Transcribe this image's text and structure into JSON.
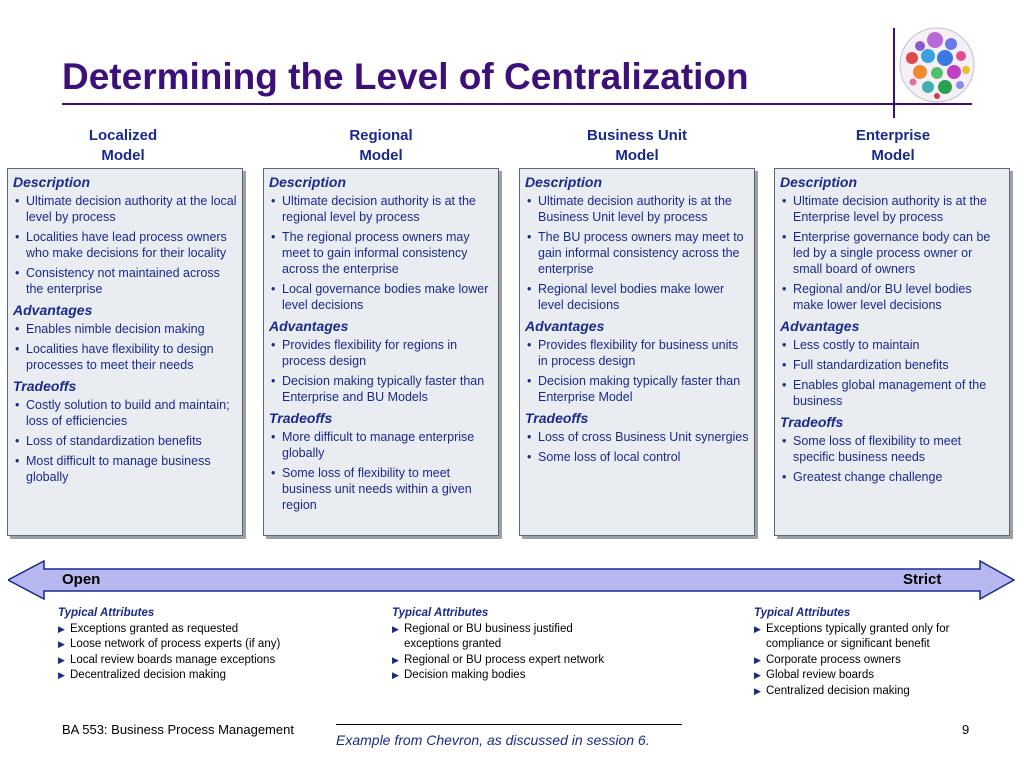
{
  "title": "Determining the Level of Centralization",
  "columns": [
    {
      "header_line1": "Localized",
      "header_line2": "Model",
      "description_title": "Description",
      "description": [
        "Ultimate decision authority at the local level by process",
        "Localities have lead process owners who make decisions for their locality",
        "Consistency not maintained across the enterprise"
      ],
      "advantages_title": "Advantages",
      "advantages": [
        "Enables nimble decision making",
        "Localities have flexibility to design processes to meet their needs"
      ],
      "tradeoffs_title": "Tradeoffs",
      "tradeoffs": [
        "Costly solution to build and maintain; loss of efficiencies",
        "Loss of standardization benefits",
        "Most difficult to manage business globally"
      ]
    },
    {
      "header_line1": "Regional",
      "header_line2": "Model",
      "description_title": "Description",
      "description": [
        "Ultimate decision authority is at the regional level by process",
        "The regional process owners may meet to gain informal consistency across the enterprise",
        "Local governance bodies make lower level decisions"
      ],
      "advantages_title": "Advantages",
      "advantages": [
        "Provides flexibility for regions in process design",
        "Decision making typically faster than Enterprise and BU Models"
      ],
      "tradeoffs_title": "Tradeoffs",
      "tradeoffs": [
        "More difficult to manage enterprise globally",
        "Some loss of flexibility to meet business unit needs within a given region"
      ]
    },
    {
      "header_line1": "Business Unit",
      "header_line2": "Model",
      "description_title": "Description",
      "description": [
        "Ultimate decision authority is at the Business Unit level by process",
        "The BU process owners may meet to gain informal consistency across the enterprise",
        "Regional level bodies make lower level decisions"
      ],
      "advantages_title": "Advantages",
      "advantages": [
        "Provides flexibility for business units in process design",
        "Decision making typically faster than Enterprise Model"
      ],
      "tradeoffs_title": "Tradeoffs",
      "tradeoffs": [
        "Loss of cross Business Unit synergies",
        "Some loss of local control"
      ]
    },
    {
      "header_line1": "Enterprise",
      "header_line2": "Model",
      "description_title": "Description",
      "description": [
        "Ultimate decision authority is at the Enterprise level by process",
        "Enterprise governance body can be led by a single process owner or small board of owners",
        "Regional and/or BU level bodies make lower level decisions"
      ],
      "advantages_title": "Advantages",
      "advantages": [
        "Less costly to maintain",
        "Full standardization benefits",
        "Enables global management of the business"
      ],
      "tradeoffs_title": "Tradeoffs",
      "tradeoffs": [
        "Some loss of flexibility to meet specific business needs",
        "Greatest change challenge"
      ]
    }
  ],
  "scale": {
    "left_label": "Open",
    "right_label": "Strict",
    "fill_color": "#b8b8f0",
    "stroke_color": "#1a2a8c"
  },
  "attributes": [
    {
      "title": "Typical Attributes",
      "items": [
        "Exceptions granted as requested",
        "Loose network of process experts (if any)",
        "Local review boards manage exceptions",
        "Decentralized decision making"
      ]
    },
    {
      "title": "Typical Attributes",
      "items": [
        "Regional or BU business justified exceptions granted",
        "Regional or BU process expert network",
        "Decision making bodies"
      ]
    },
    {
      "title": "Typical Attributes",
      "items": [
        "Exceptions typically granted only for compliance or significant benefit",
        "Corporate process owners",
        "Global review boards",
        "Centralized decision making"
      ]
    }
  ],
  "footer": {
    "course": "BA 553: Business Process Management",
    "note": "Example from Chevron, as discussed in session 6.",
    "page": "9"
  },
  "colors": {
    "title": "#3d0f78",
    "accent_text": "#1a2a8c",
    "box_fill": "#e9edf1"
  },
  "icons": {
    "logo": "colored-bubbles-logo"
  }
}
